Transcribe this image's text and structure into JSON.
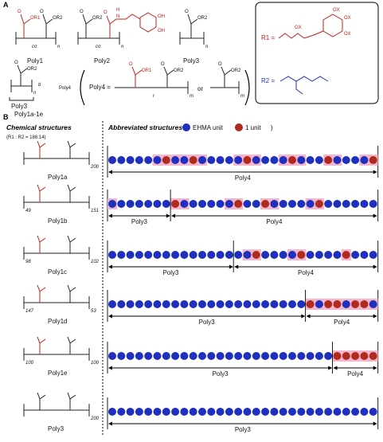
{
  "panel_a": {
    "label": "A",
    "poly1": "Poly1",
    "poly2": "Poly2",
    "poly3": "Poly3",
    "poly1a_1e": "Poly1a-1e",
    "poly3_b_poly4": "b",
    "poly4_def": "Poly4 =",
    "or": "or",
    "co": "co",
    "n": "n",
    "m": "m",
    "r": "r",
    "OR1": "OR1",
    "OR2": "OR2",
    "O": "O",
    "OH": "OH",
    "H": "H",
    "N": "N",
    "OX": "OX",
    "R1_def": "R1 =",
    "R2_def": "R2 ="
  },
  "panel_b": {
    "label": "B",
    "chem_header": "Chemical structures",
    "ratio": "(R1 : R2 = 186:14)",
    "abbrev_header": "Abbreviated structures (",
    "legend_ehma": "EHMA unit",
    "legend_unit1": "1 unit",
    "legend_close": ")",
    "colors": {
      "ehma": "#1f2fbf",
      "unit1": "#b02a1e",
      "highlight": "#f4b6cc"
    },
    "rows": [
      {
        "name": "Poly1a",
        "subs": [
          "200"
        ],
        "segments": [
          {
            "label": "Poly4",
            "start": 0,
            "end": 30
          }
        ],
        "red_positions": [
          6,
          9,
          15,
          20,
          24,
          29
        ],
        "pink_positions": [
          5,
          6,
          7,
          8,
          9,
          10,
          14,
          15,
          16,
          19,
          20,
          21,
          24,
          25,
          28,
          29
        ]
      },
      {
        "name": "Poly1b",
        "subs": [
          "49",
          "151"
        ],
        "segments": [
          {
            "label": "Poly3",
            "start": 0,
            "end": 7
          },
          {
            "label": "Poly4",
            "start": 7,
            "end": 30
          }
        ],
        "red_positions": [
          7,
          14,
          17,
          23
        ],
        "pink_positions": [
          0,
          7,
          8,
          13,
          14,
          17,
          18,
          22,
          23
        ]
      },
      {
        "name": "Poly1c",
        "subs": [
          "98",
          "102"
        ],
        "segments": [
          {
            "label": "Poly3",
            "start": 0,
            "end": 14
          },
          {
            "label": "Poly4",
            "start": 14,
            "end": 30
          }
        ],
        "red_positions": [
          16,
          21,
          26
        ],
        "pink_positions": [
          15,
          16,
          20,
          21,
          26
        ]
      },
      {
        "name": "Poly1d",
        "subs": [
          "147",
          "53"
        ],
        "segments": [
          {
            "label": "Poly3",
            "start": 0,
            "end": 22
          },
          {
            "label": "Poly4",
            "start": 22,
            "end": 30
          }
        ],
        "red_positions": [
          22,
          24,
          25,
          27,
          28
        ],
        "pink_positions": [
          22,
          23,
          24,
          25,
          26,
          27,
          28,
          29
        ]
      },
      {
        "name": "Poly1e",
        "subs": [
          "100",
          "100"
        ],
        "segments": [
          {
            "label": "Poly3",
            "start": 0,
            "end": 25
          },
          {
            "label": "Poly4",
            "start": 25,
            "end": 30
          }
        ],
        "red_positions": [
          25,
          26,
          27,
          28,
          29
        ],
        "pink_positions": [
          25,
          26,
          27,
          28,
          29
        ]
      },
      {
        "name": "Poly3",
        "subs": [
          "200"
        ],
        "segments": [
          {
            "label": "Poly3",
            "start": 0,
            "end": 30
          }
        ],
        "red_positions": [],
        "pink_positions": []
      }
    ]
  }
}
